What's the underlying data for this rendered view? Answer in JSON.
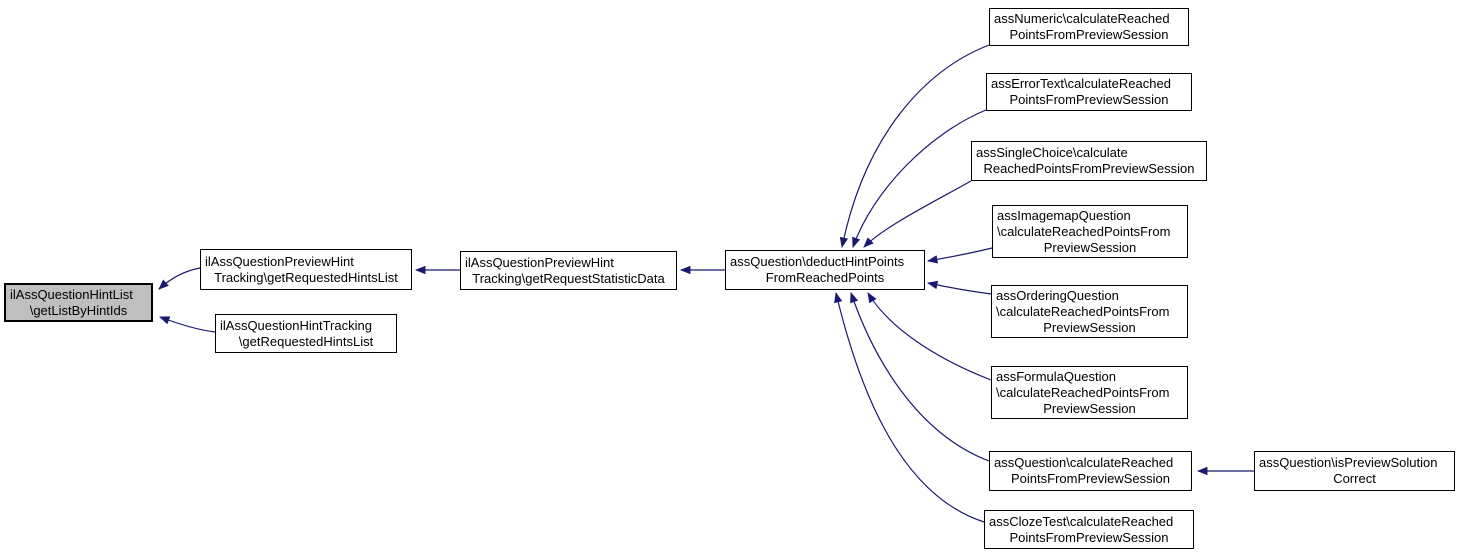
{
  "graph": {
    "kind": "caller-graph",
    "theme": {
      "background": "#ffffff",
      "edge_color": "#191970",
      "node_border_color": "#000000",
      "node_fill": "#ffffff",
      "highlight_fill": "#bfbfbf",
      "text_color": "#000000"
    },
    "nodes": [
      {
        "id": "getListByHintIds",
        "highlighted": true,
        "lines": [
          "ilAssQuestionHintList",
          "\\getListByHintIds"
        ]
      },
      {
        "id": "previewHintTracking-getRequestedHintsList",
        "highlighted": false,
        "lines": [
          "ilAssQuestionPreviewHint",
          "Tracking\\getRequestedHintsList"
        ]
      },
      {
        "id": "hintTracking-getRequestedHintsList",
        "highlighted": false,
        "lines": [
          "ilAssQuestionHintTracking",
          "\\getRequestedHintsList"
        ]
      },
      {
        "id": "previewHintTracking-getRequestStatisticData",
        "highlighted": false,
        "lines": [
          "ilAssQuestionPreviewHint",
          "Tracking\\getRequestStatisticData"
        ]
      },
      {
        "id": "deductHintPointsFromReachedPoints",
        "highlighted": false,
        "lines": [
          "assQuestion\\deductHintPoints",
          "FromReachedPoints"
        ]
      },
      {
        "id": "assNumeric-calculateReachedPointsFromPreviewSession",
        "highlighted": false,
        "lines": [
          "assNumeric\\calculateReached",
          "PointsFromPreviewSession"
        ]
      },
      {
        "id": "assErrorText-calculateReachedPointsFromPreviewSession",
        "highlighted": false,
        "lines": [
          "assErrorText\\calculateReached",
          "PointsFromPreviewSession"
        ]
      },
      {
        "id": "assSingleChoice-calculateReachedPointsFromPreviewSession",
        "highlighted": false,
        "lines": [
          "assSingleChoice\\calculate",
          "ReachedPointsFromPreviewSession"
        ]
      },
      {
        "id": "assImagemapQuestion-calculateReachedPointsFromPreviewSession",
        "highlighted": false,
        "lines": [
          "assImagemapQuestion",
          "\\calculateReachedPointsFrom",
          "PreviewSession"
        ]
      },
      {
        "id": "assOrderingQuestion-calculateReachedPointsFromPreviewSession",
        "highlighted": false,
        "lines": [
          "assOrderingQuestion",
          "\\calculateReachedPointsFrom",
          "PreviewSession"
        ]
      },
      {
        "id": "assFormulaQuestion-calculateReachedPointsFromPreviewSession",
        "highlighted": false,
        "lines": [
          "assFormulaQuestion",
          "\\calculateReachedPointsFrom",
          "PreviewSession"
        ]
      },
      {
        "id": "assQuestion-calculateReachedPointsFromPreviewSession",
        "highlighted": false,
        "lines": [
          "assQuestion\\calculateReached",
          "PointsFromPreviewSession"
        ]
      },
      {
        "id": "assClozeTest-calculateReachedPointsFromPreviewSession",
        "highlighted": false,
        "lines": [
          "assClozeTest\\calculateReached",
          "PointsFromPreviewSession"
        ]
      },
      {
        "id": "isPreviewSolutionCorrect",
        "highlighted": false,
        "lines": [
          "assQuestion\\isPreviewSolution",
          "Correct"
        ]
      }
    ],
    "edges": [
      {
        "from": "previewHintTracking-getRequestedHintsList",
        "to": "getListByHintIds"
      },
      {
        "from": "hintTracking-getRequestedHintsList",
        "to": "getListByHintIds"
      },
      {
        "from": "previewHintTracking-getRequestStatisticData",
        "to": "previewHintTracking-getRequestedHintsList"
      },
      {
        "from": "deductHintPointsFromReachedPoints",
        "to": "previewHintTracking-getRequestStatisticData"
      },
      {
        "from": "assNumeric-calculateReachedPointsFromPreviewSession",
        "to": "deductHintPointsFromReachedPoints"
      },
      {
        "from": "assErrorText-calculateReachedPointsFromPreviewSession",
        "to": "deductHintPointsFromReachedPoints"
      },
      {
        "from": "assSingleChoice-calculateReachedPointsFromPreviewSession",
        "to": "deductHintPointsFromReachedPoints"
      },
      {
        "from": "assImagemapQuestion-calculateReachedPointsFromPreviewSession",
        "to": "deductHintPointsFromReachedPoints"
      },
      {
        "from": "assOrderingQuestion-calculateReachedPointsFromPreviewSession",
        "to": "deductHintPointsFromReachedPoints"
      },
      {
        "from": "assFormulaQuestion-calculateReachedPointsFromPreviewSession",
        "to": "deductHintPointsFromReachedPoints"
      },
      {
        "from": "assQuestion-calculateReachedPointsFromPreviewSession",
        "to": "deductHintPointsFromReachedPoints"
      },
      {
        "from": "assClozeTest-calculateReachedPointsFromPreviewSession",
        "to": "deductHintPointsFromReachedPoints"
      },
      {
        "from": "isPreviewSolutionCorrect",
        "to": "assQuestion-calculateReachedPointsFromPreviewSession"
      }
    ]
  }
}
